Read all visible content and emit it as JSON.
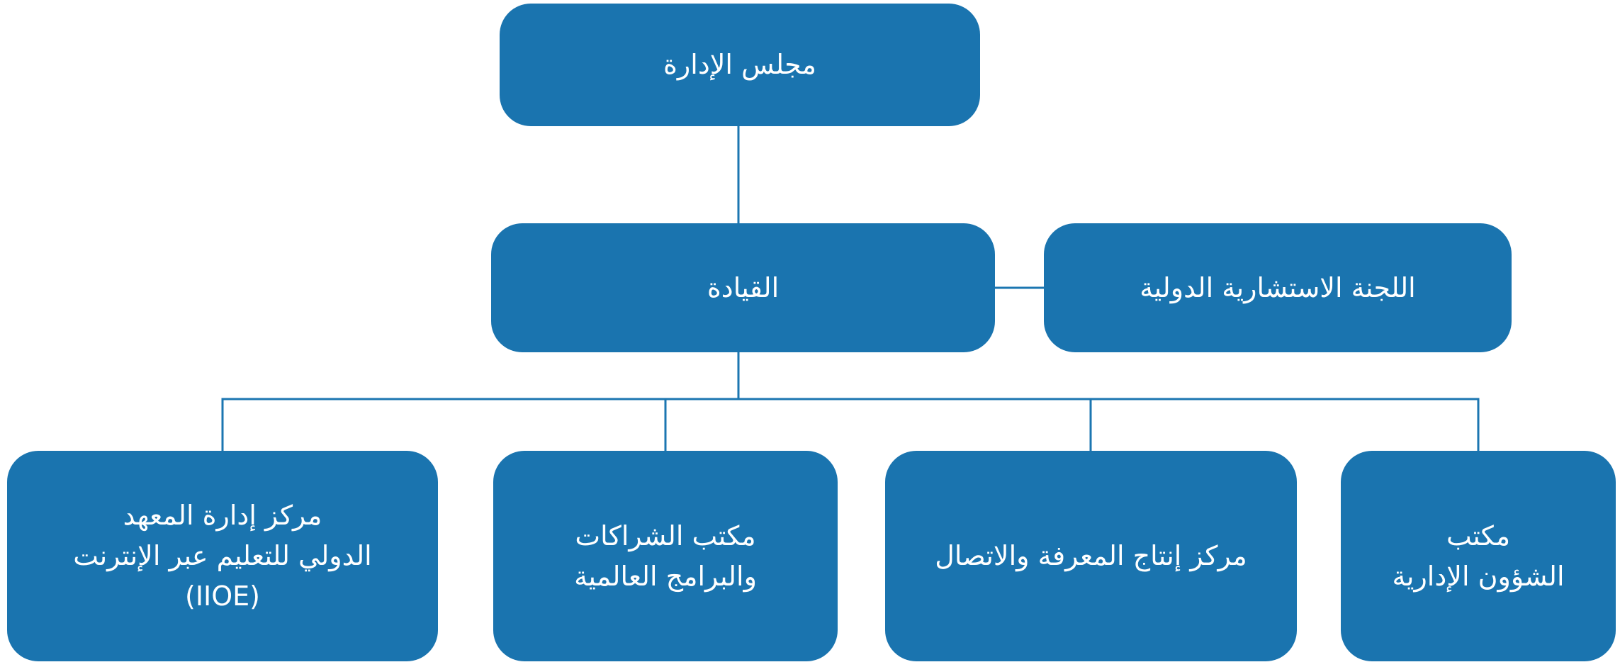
{
  "diagram": {
    "type": "org-chart",
    "language": "ar",
    "direction": "rtl",
    "colors": {
      "node_fill": "#1A74AF",
      "connector": "#1B76B1",
      "text": "#FFFFFF",
      "background": "#FFFFFF"
    },
    "nodes": {
      "board": {
        "label": "مجلس الإدارة",
        "lines": [
          "مجلس الإدارة"
        ]
      },
      "leadership": {
        "label": "القيادة",
        "lines": [
          "القيادة"
        ]
      },
      "advisory": {
        "label": "اللجنة الاستشارية الدولية",
        "lines": [
          "اللجنة الاستشارية الدولية"
        ]
      },
      "iioe": {
        "label": "مركز إدارة المعهد الدولي للتعليم عبر الإنترنت (IIOE)",
        "lines": [
          "مركز إدارة المعهد",
          "الدولي للتعليم عبر الإنترنت",
          "(IIOE)"
        ]
      },
      "partnerships": {
        "label": "مكتب الشراكات والبرامج العالمية",
        "lines": [
          "مكتب الشراكات",
          "والبرامج العالمية"
        ]
      },
      "knowledge": {
        "label": "مركز إنتاج المعرفة والاتصال",
        "lines": [
          "مركز إنتاج المعرفة والاتصال"
        ]
      },
      "admin": {
        "label": "مكتب الشؤون الإدارية",
        "lines": [
          "مكتب",
          "الشؤون الإدارية"
        ]
      }
    },
    "edges": [
      {
        "from": "board",
        "to": "leadership",
        "kind": "reports"
      },
      {
        "from": "leadership",
        "to": "advisory",
        "kind": "peer-advisory"
      },
      {
        "from": "leadership",
        "to": "iioe",
        "kind": "reports"
      },
      {
        "from": "leadership",
        "to": "partnerships",
        "kind": "reports"
      },
      {
        "from": "leadership",
        "to": "knowledge",
        "kind": "reports"
      },
      {
        "from": "leadership",
        "to": "admin",
        "kind": "reports"
      }
    ]
  }
}
